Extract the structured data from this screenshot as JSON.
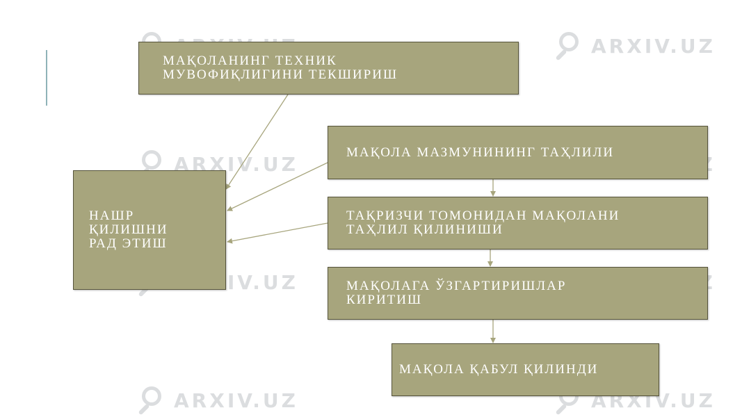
{
  "watermark": {
    "text": "ARXIV.UZ"
  },
  "nodes": {
    "technical_check": "МАҚОЛАНИНГ ТЕХНИК\nМУВОФИҚЛИГИНИ ТЕКШИРИШ",
    "reject": "НАШР\nҚИЛИШНИ\nРАД ЭТИШ",
    "content_analysis": "МАҚОЛА МАЗМУНИНИНГ ТАҲЛИЛИ",
    "reviewer_analysis": "ТАҚРИЗЧИ ТОМОНИДАН МАҚОЛАНИ\nТАҲЛИЛ ҚИЛИНИШИ",
    "make_changes": "МАҚОЛАГА ЎЗГАРТИРИШЛАР\nКИРИТИШ",
    "accepted": "МАҚОЛА ҚАБУЛ ҚИЛИНДИ"
  },
  "colors": {
    "box_fill": "#a7a57d",
    "box_border": "#55533a",
    "box_text": "#ffffff",
    "connector": "#a7a57d",
    "accent_bar": "#8fb3b8",
    "watermark": "#9aa0a6"
  }
}
